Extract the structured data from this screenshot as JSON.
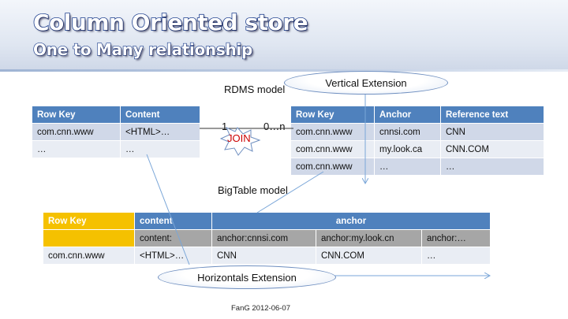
{
  "header": {
    "title": "Column Oriented store",
    "subtitle": "One to Many relationship"
  },
  "labels": {
    "rdms_model": "RDMS model",
    "bigtable_model": "BigTable model",
    "cardinality_one": "1",
    "cardinality_many": "0…n",
    "join": "JOIN",
    "vertical_extension": "Vertical Extension",
    "horizontal_extension": "Horizontals Extension"
  },
  "rdbms_left": {
    "columns": [
      "Row Key",
      "Content"
    ],
    "rows": [
      [
        "com.cnn.www",
        "<HTML>…"
      ],
      [
        "…",
        "…"
      ]
    ]
  },
  "rdbms_right": {
    "columns": [
      "Row Key",
      "Anchor",
      "Reference text"
    ],
    "rows": [
      [
        "com.cnn.www",
        "cnnsi.com",
        "CNN"
      ],
      [
        "com.cnn.www",
        "my.look.ca",
        "CNN.COM"
      ],
      [
        "com.cnn.www",
        "…",
        "…"
      ]
    ]
  },
  "bigtable": {
    "row_key_header": "Row Key",
    "family_content": "content",
    "family_anchor": "anchor",
    "qualifiers": [
      "content:",
      "anchor:cnnsi.com",
      "anchor:my.look.cn",
      "anchor:…"
    ],
    "row": [
      "com.cnn.www",
      "<HTML>…",
      "CNN",
      "CNN.COM",
      "…"
    ]
  },
  "footer": "FanG 2012-06-07",
  "colors": {
    "title_outline": "#1d3f8f",
    "table_header": "#4f81bd",
    "row_band_1": "#d0d8e8",
    "row_band_2": "#e9edf4",
    "rowkey_highlight": "#f5c100",
    "qualifier_row": "#a6a6a6",
    "join_text": "#cc0000"
  }
}
